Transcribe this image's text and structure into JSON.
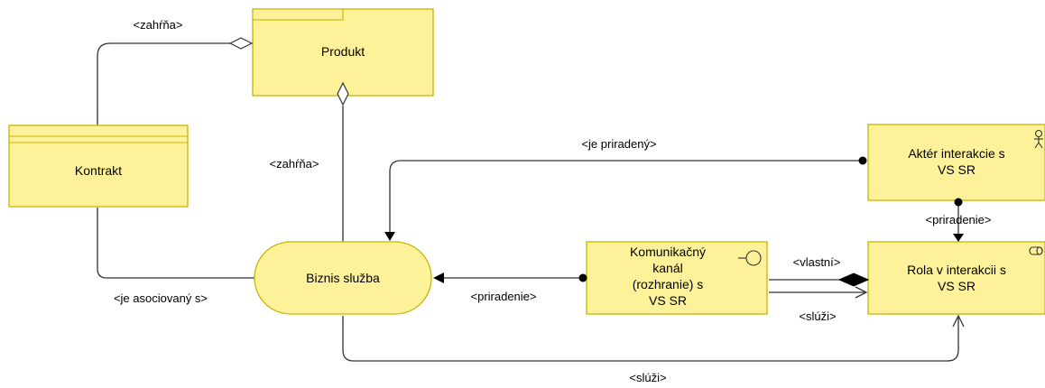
{
  "diagram": {
    "nodes": {
      "produkt": "Produkt",
      "kontrakt": "Kontrakt",
      "biznis_sluzba": "Biznis služba",
      "akter_line1": "Aktér interakcie s",
      "akter_line2": "VS SR",
      "kanal_line1": "Komunikačný",
      "kanal_line2": "kanál",
      "kanal_line3": "(rozhranie) s",
      "kanal_line4": "VS SR",
      "rola_line1": "Rola v interakcii s",
      "rola_line2": "VS SR"
    },
    "relations": {
      "zahrna_top": "<zahŕňa>",
      "zahrna_mid": "<zahŕňa>",
      "je_asociovany": "<je asociovaný s>",
      "je_priradeny": "<je priradený>",
      "priradenie_vert": "<priradenie>",
      "vlastni": "<vlastní>",
      "priradenie_horiz": "<priradenie>",
      "sluzi_short": "<slúži>",
      "sluzi_long": "<slúži>"
    },
    "colors": {
      "fill": "#fdf29a",
      "stroke": "#c8b400",
      "line": "#333333"
    }
  }
}
